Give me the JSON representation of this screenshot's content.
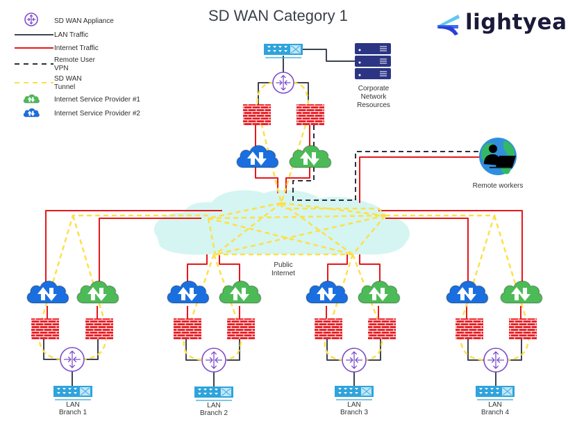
{
  "title": "SD WAN Category 1",
  "logo": {
    "text": "lightyear",
    "icon": "lightyear-chevron-icon"
  },
  "colors": {
    "lan": "#3d4450",
    "internet": "#e5161b",
    "vpn": "#2a2f38",
    "tunnel": "#fde047",
    "isp1": "#4cbb57",
    "isp2": "#1a6fe0",
    "appliance": "#7c4dcc",
    "firewall": "#e8232a",
    "switch": "#2ea3dc",
    "server": "#2c3584",
    "cloud": "#d5f5f2"
  },
  "legend": [
    {
      "icon": "sd-wan-appliance-icon",
      "label": "SD WAN Appliance"
    },
    {
      "icon": "lan-traffic-line",
      "label": "LAN Traffic"
    },
    {
      "icon": "internet-traffic-line",
      "label": "Internet Traffic"
    },
    {
      "icon": "remote-user-vpn-line",
      "label_lines": [
        "Remote User",
        "VPN"
      ]
    },
    {
      "icon": "sd-wan-tunnel-line",
      "label_lines": [
        "SD WAN",
        "Tunnel"
      ]
    },
    {
      "icon": "isp1-cloud-icon",
      "label": "Internet Service Provider #1"
    },
    {
      "icon": "isp2-cloud-icon",
      "label": "Internet Service Provider #2"
    }
  ],
  "nodes": {
    "corporate": {
      "label_lines": [
        "Corporate",
        "Network",
        "Resources"
      ]
    },
    "remote": {
      "label": "Remote workers"
    },
    "internet": {
      "label_lines": [
        "Public",
        "Internet"
      ]
    },
    "branches": [
      {
        "label_lines": [
          "LAN",
          "Branch 1"
        ]
      },
      {
        "label_lines": [
          "LAN",
          "Branch 2"
        ]
      },
      {
        "label_lines": [
          "LAN",
          "Branch 3"
        ]
      },
      {
        "label_lines": [
          "LAN",
          "Branch 4"
        ]
      }
    ]
  }
}
